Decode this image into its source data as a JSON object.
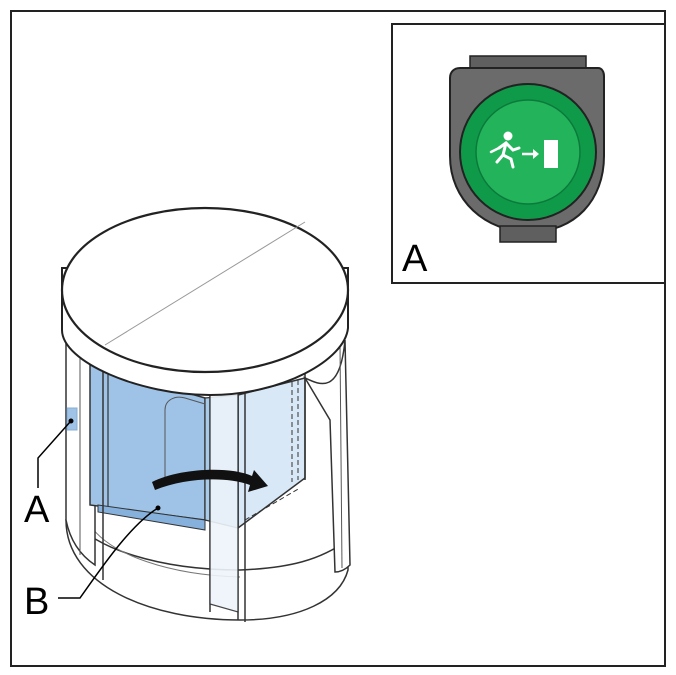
{
  "diagram": {
    "callouts": {
      "a_main": "A",
      "b_main": "B",
      "a_inset": "A"
    },
    "icons": [
      "revolving-door",
      "rotation-arrow",
      "emergency-exit-button",
      "running-person-exit-pictogram"
    ],
    "colors": {
      "glass_blue": "#9fc3e6",
      "glass_light": "#d8e8f6",
      "button_green": "#0f9a4a",
      "button_green_light": "#22b35b",
      "housing_gray": "#6b6b6b",
      "housing_dark": "#555555",
      "frame": "#222222",
      "outline": "#000000"
    }
  }
}
